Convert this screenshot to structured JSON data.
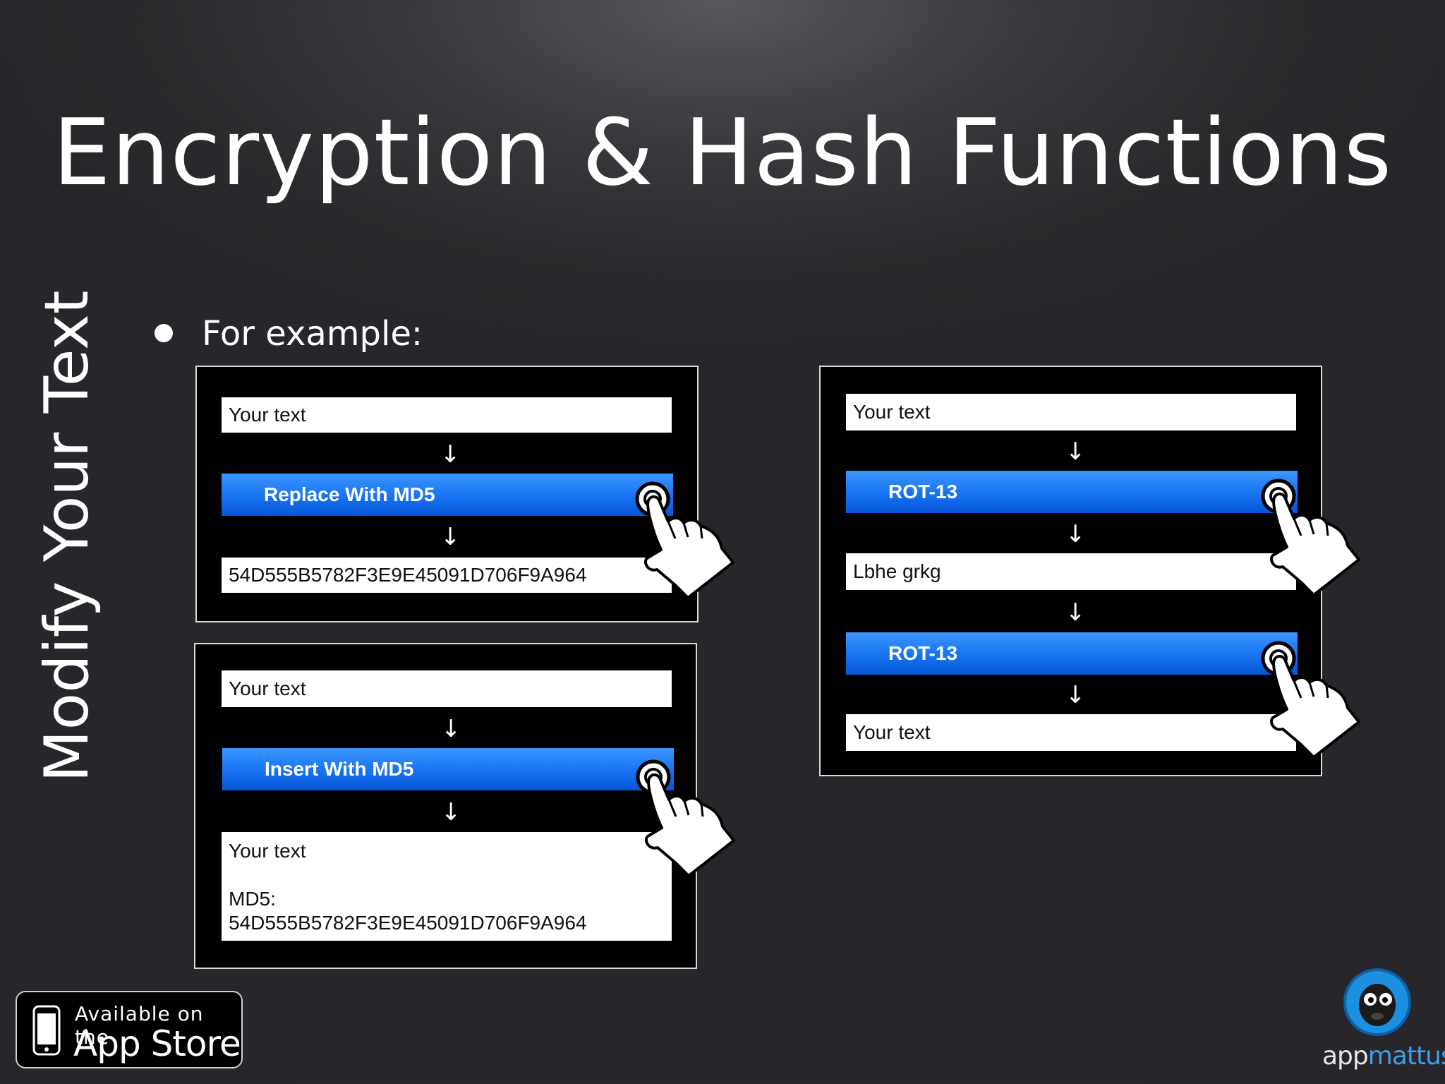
{
  "slide": {
    "title": "Encryption & Hash Functions",
    "side_title": "Modify Your Text",
    "bullet": "For example:"
  },
  "panel_replace": {
    "input": "Your text",
    "action": "Replace With MD5",
    "output": "54D555B5782F3E9E45091D706F9A964"
  },
  "panel_insert": {
    "input": "Your text",
    "action": "Insert With MD5",
    "output_line1": "Your text",
    "output_line2": "MD5:",
    "output_line3": "54D555B5782F3E9E45091D706F9A964"
  },
  "panel_rot13": {
    "input": "Your text",
    "action1": "ROT-13",
    "middle": "Lbhe grkg",
    "action2": "ROT-13",
    "output": "Your text"
  },
  "arrow_glyph": "↓",
  "badge": {
    "line1": "Available on the",
    "line2": "App Store"
  },
  "logo": {
    "part1": "app",
    "part2": "mattus"
  },
  "colors": {
    "accent_blue": "#1a76f2",
    "logo_blue": "#3aa0e8",
    "panel_bg": "#000000"
  }
}
